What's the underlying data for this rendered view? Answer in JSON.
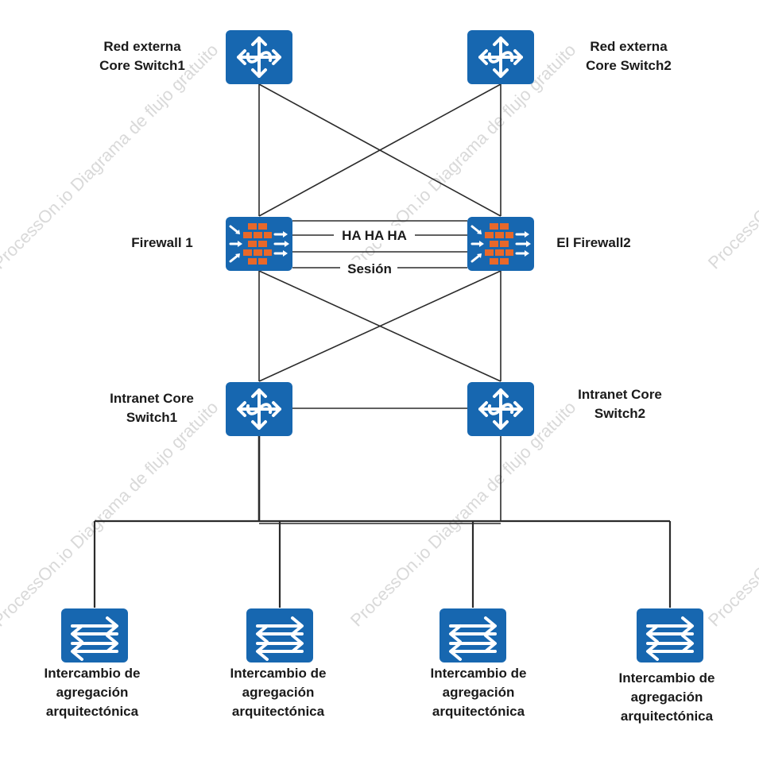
{
  "watermark": "ProcessOn.io Diagrama de flujo gratuito",
  "colors": {
    "node_blue": "#1767b0",
    "firewall_orange": "#e8682a",
    "line": "#2b2b2b",
    "watermark": "#d9d9d9"
  },
  "nodes": {
    "ext_core_1": {
      "icon": "router-icon",
      "lines": [
        "Red externa",
        "Core Switch1"
      ]
    },
    "ext_core_2": {
      "icon": "router-icon",
      "lines": [
        "Red externa",
        "Core Switch2"
      ]
    },
    "firewall_1": {
      "icon": "firewall-icon",
      "lines": [
        "Firewall 1"
      ]
    },
    "firewall_2": {
      "icon": "firewall-icon",
      "lines": [
        "El Firewall2"
      ]
    },
    "int_core_1": {
      "icon": "router-icon",
      "lines": [
        "Intranet Core",
        "Switch1"
      ]
    },
    "int_core_2": {
      "icon": "router-icon",
      "lines": [
        "Intranet Core",
        "Switch2"
      ]
    },
    "agg_1": {
      "icon": "switch-icon",
      "lines": [
        "Intercambio de",
        "agregación",
        "arquitectónica"
      ]
    },
    "agg_2": {
      "icon": "switch-icon",
      "lines": [
        "Intercambio de",
        "agregación",
        "arquitectónica"
      ]
    },
    "agg_3": {
      "icon": "switch-icon",
      "lines": [
        "Intercambio de",
        "agregación",
        "arquitectónica"
      ]
    },
    "agg_4": {
      "icon": "switch-icon",
      "lines": [
        "Intercambio de",
        "agregación",
        "arquitectónica"
      ]
    }
  },
  "edge_labels": {
    "ha": "HA HA HA",
    "session": "Sesión"
  }
}
